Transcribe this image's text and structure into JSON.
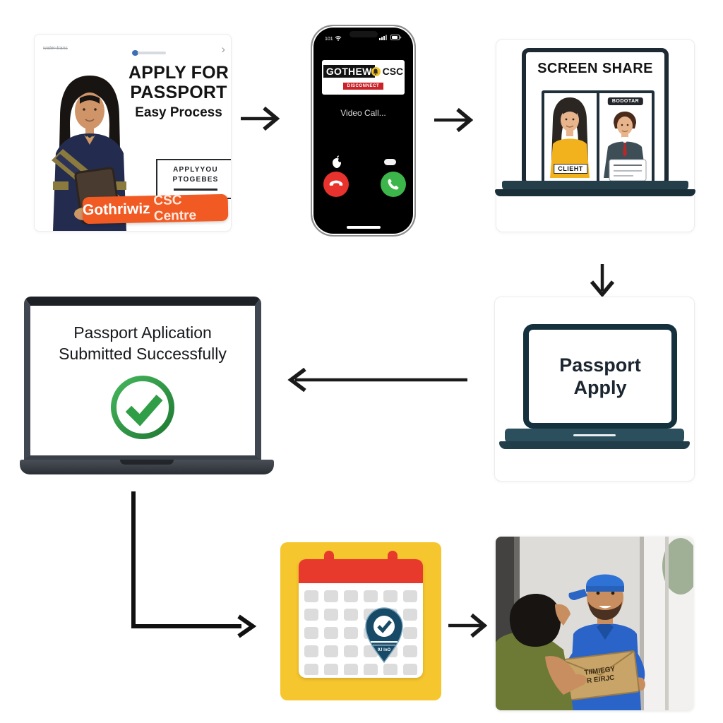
{
  "colors": {
    "accent_orange": "#f15a22",
    "calendar_yellow": "#f6c62e",
    "calendar_red": "#e8392d",
    "pin_navy": "#174a66",
    "success_green": "#2f9e46",
    "accept_green": "#3cb54a",
    "decline_red": "#e8322e",
    "laptop_teal": "#243e4a"
  },
  "flow": {
    "step1_ad": {
      "watermark": "water-trans",
      "chevron": "›",
      "headline_line1": "APPLY FOR",
      "headline_line2": "PASSPORT",
      "subheadline": "Easy Process",
      "badge_line1": "APPLYYOU",
      "badge_line2": "PTOGEBES",
      "banner_brand": "Gothriwiz",
      "banner_suffix": "CSC Centre"
    },
    "step2_call": {
      "status_left": "101",
      "brand": "GOTHEW",
      "brand_suffix": "CSC",
      "red_tag": "DISCONNECT",
      "call_text": "Video Call..."
    },
    "step3_screenshare": {
      "title": "SCREEN SHARE",
      "client_label": "CLIEHT",
      "operator_label": "BODOTAR"
    },
    "step4_apply": {
      "line1": "Passport",
      "line2": "Apply"
    },
    "step5_success": {
      "line1": "Passport Aplication",
      "line2": "Submitted Successfully"
    },
    "step6_appointment": {
      "pin_text": "9J InO"
    },
    "step7_delivery": {
      "envelope_line1": "TIIMIEGY",
      "envelope_line2": "R EIRJC"
    }
  }
}
